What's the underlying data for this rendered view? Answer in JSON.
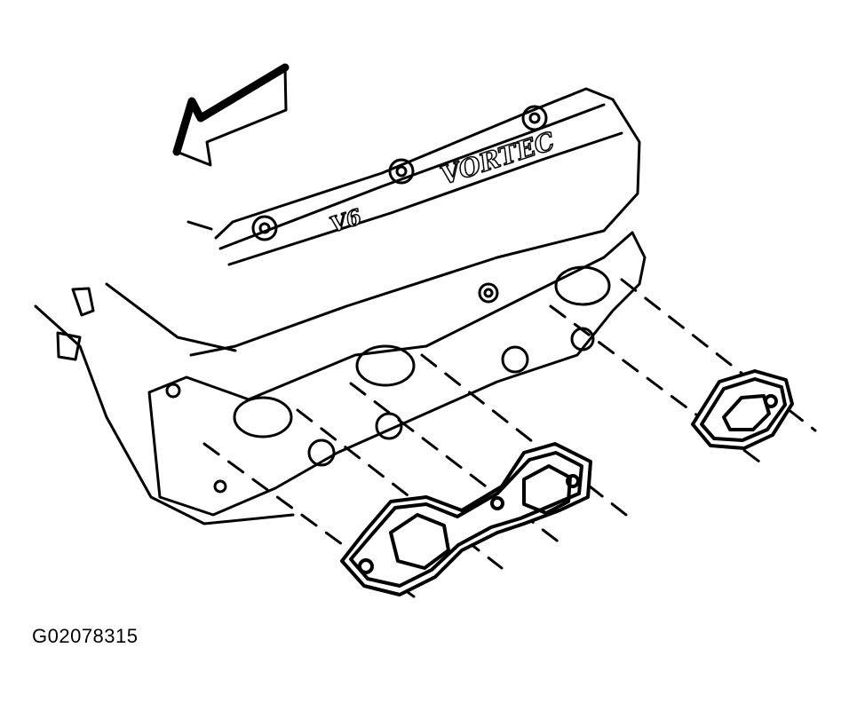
{
  "figure_id": "G02078315",
  "head_labels": {
    "brand": "VORTEC",
    "engine": "V6"
  },
  "colors": {
    "ink": "#000000",
    "background": "#ffffff"
  },
  "icons": [
    "direction-arrow-icon"
  ]
}
